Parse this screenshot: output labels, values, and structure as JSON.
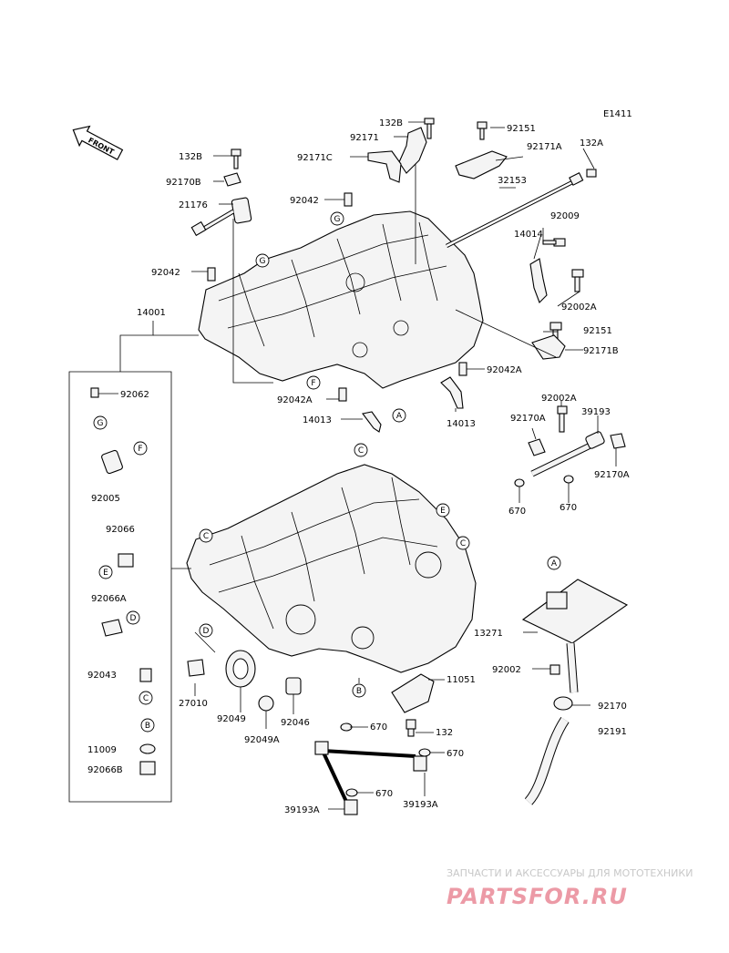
{
  "diagram": {
    "code": "E1411",
    "front_label": "FRONT"
  },
  "labels": [
    {
      "id": "l132B_a",
      "text": "132B"
    },
    {
      "id": "l92151_a",
      "text": "92151"
    },
    {
      "id": "l92171",
      "text": "92171"
    },
    {
      "id": "l92171A",
      "text": "92171A"
    },
    {
      "id": "l92171C",
      "text": "92171C"
    },
    {
      "id": "l132A",
      "text": "132A"
    },
    {
      "id": "l132B_b",
      "text": "132B"
    },
    {
      "id": "l92170B",
      "text": "92170B"
    },
    {
      "id": "l21176",
      "text": "21176"
    },
    {
      "id": "l92042_a",
      "text": "92042"
    },
    {
      "id": "l32153",
      "text": "32153"
    },
    {
      "id": "l92009",
      "text": "92009"
    },
    {
      "id": "l14014",
      "text": "14014"
    },
    {
      "id": "l92042_b",
      "text": "92042"
    },
    {
      "id": "l92002A_a",
      "text": "92002A"
    },
    {
      "id": "l14001",
      "text": "14001"
    },
    {
      "id": "l92151_b",
      "text": "92151"
    },
    {
      "id": "l92171B",
      "text": "92171B"
    },
    {
      "id": "l92042A_a",
      "text": "92042A"
    },
    {
      "id": "l92062",
      "text": "92062"
    },
    {
      "id": "l92042A_b",
      "text": "92042A"
    },
    {
      "id": "l14013_a",
      "text": "14013"
    },
    {
      "id": "l14013_b",
      "text": "14013"
    },
    {
      "id": "l92002A_b",
      "text": "92002A"
    },
    {
      "id": "l92170A_a",
      "text": "92170A"
    },
    {
      "id": "l39193",
      "text": "39193"
    },
    {
      "id": "l92005",
      "text": "92005"
    },
    {
      "id": "l92170A_b",
      "text": "92170A"
    },
    {
      "id": "l670_a",
      "text": "670"
    },
    {
      "id": "l670_b",
      "text": "670"
    },
    {
      "id": "l92066",
      "text": "92066"
    },
    {
      "id": "l92066A",
      "text": "92066A"
    },
    {
      "id": "l13271",
      "text": "13271"
    },
    {
      "id": "l92043",
      "text": "92043"
    },
    {
      "id": "l92002",
      "text": "92002"
    },
    {
      "id": "l11051",
      "text": "11051"
    },
    {
      "id": "l27010",
      "text": "27010"
    },
    {
      "id": "l92170",
      "text": "92170"
    },
    {
      "id": "l92049",
      "text": "92049"
    },
    {
      "id": "l92046",
      "text": "92046"
    },
    {
      "id": "l670_c",
      "text": "670"
    },
    {
      "id": "l132",
      "text": "132"
    },
    {
      "id": "l92191",
      "text": "92191"
    },
    {
      "id": "l92049A",
      "text": "92049A"
    },
    {
      "id": "l11009",
      "text": "11009"
    },
    {
      "id": "l670_d",
      "text": "670"
    },
    {
      "id": "l92066B",
      "text": "92066B"
    },
    {
      "id": "l670_e",
      "text": "670"
    },
    {
      "id": "l39193A_a",
      "text": "39193A"
    },
    {
      "id": "l39193A_b",
      "text": "39193A"
    }
  ],
  "refs": [
    {
      "id": "r1",
      "text": "G"
    },
    {
      "id": "r2",
      "text": "G"
    },
    {
      "id": "r3",
      "text": "F"
    },
    {
      "id": "r4",
      "text": "A"
    },
    {
      "id": "r5",
      "text": "G"
    },
    {
      "id": "r6",
      "text": "F"
    },
    {
      "id": "r7",
      "text": "C"
    },
    {
      "id": "r8",
      "text": "E"
    },
    {
      "id": "r9",
      "text": "C"
    },
    {
      "id": "r10",
      "text": "C"
    },
    {
      "id": "r11",
      "text": "E"
    },
    {
      "id": "r12",
      "text": "D"
    },
    {
      "id": "r13",
      "text": "D"
    },
    {
      "id": "r14",
      "text": "C"
    },
    {
      "id": "r15",
      "text": "B"
    },
    {
      "id": "r16",
      "text": "B"
    },
    {
      "id": "r17",
      "text": "A"
    }
  ],
  "watermark": {
    "tagline": "ЗАПЧАСТИ И АКСЕССУАРЫ ДЛЯ МОТОТЕХНИКИ",
    "brand": "PARTSFOR.RU"
  }
}
